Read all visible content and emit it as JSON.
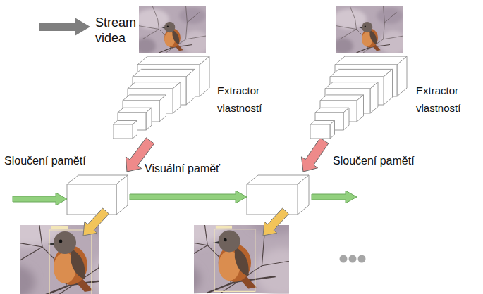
{
  "diagram": {
    "nodes": [
      {
        "text": [
          "Extractor vlastností"
        ]
      },
      {
        "text": [
          "Extractor vlastností"
        ]
      }
    ],
    "labels": [
      "Stream videa",
      "Sloučení pamětí",
      "Visuální paměť",
      "Sloučení pamětí"
    ]
  }
}
